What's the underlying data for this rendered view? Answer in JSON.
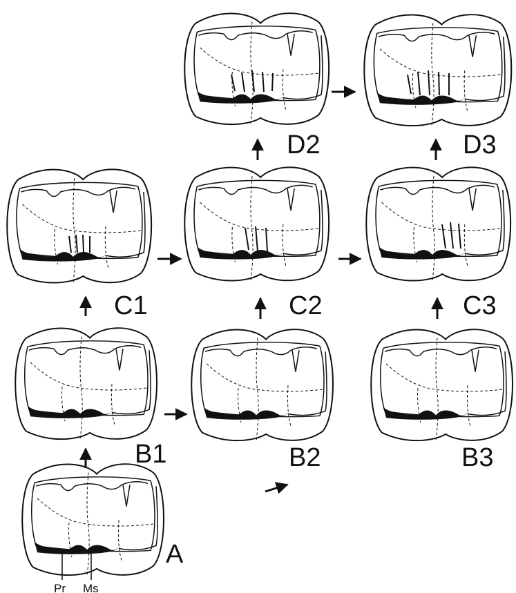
{
  "stages": [
    {
      "id": "A",
      "label": "A"
    },
    {
      "id": "B1",
      "label": "B1"
    },
    {
      "id": "B2",
      "label": "B2"
    },
    {
      "id": "B3",
      "label": "B3"
    },
    {
      "id": "C1",
      "label": "C1"
    },
    {
      "id": "C2",
      "label": "C2"
    },
    {
      "id": "C3",
      "label": "C3"
    },
    {
      "id": "D2",
      "label": "D2"
    },
    {
      "id": "D3",
      "label": "D3"
    }
  ],
  "cusp_labels": {
    "protocone": "Pr",
    "metastyle": "Ms"
  },
  "colors": {
    "ink": "#111111",
    "paper": "#ffffff"
  }
}
